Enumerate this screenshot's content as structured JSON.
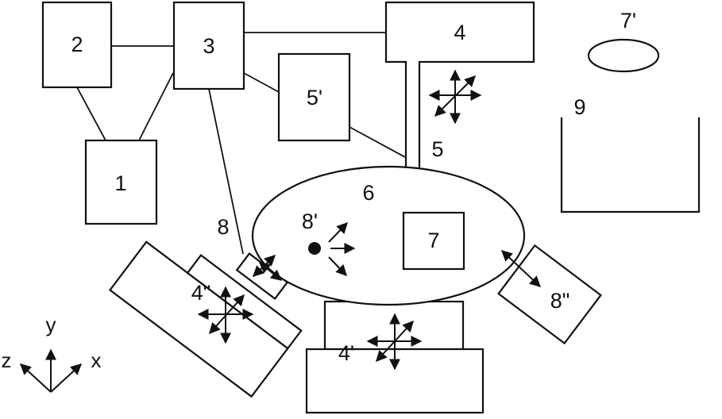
{
  "labels": {
    "l1": "1",
    "l2": "2",
    "l3": "3",
    "l4": "4",
    "l5": "5",
    "l5p": "5'",
    "l6": "6",
    "l7": "7",
    "l7p": "7'",
    "l8": "8",
    "l8p": "8'",
    "l8pp": "8\"",
    "l9": "9",
    "l4p": "4'",
    "l4pp": "4\""
  },
  "axes": {
    "x": "x",
    "y": "y",
    "z": "z"
  }
}
